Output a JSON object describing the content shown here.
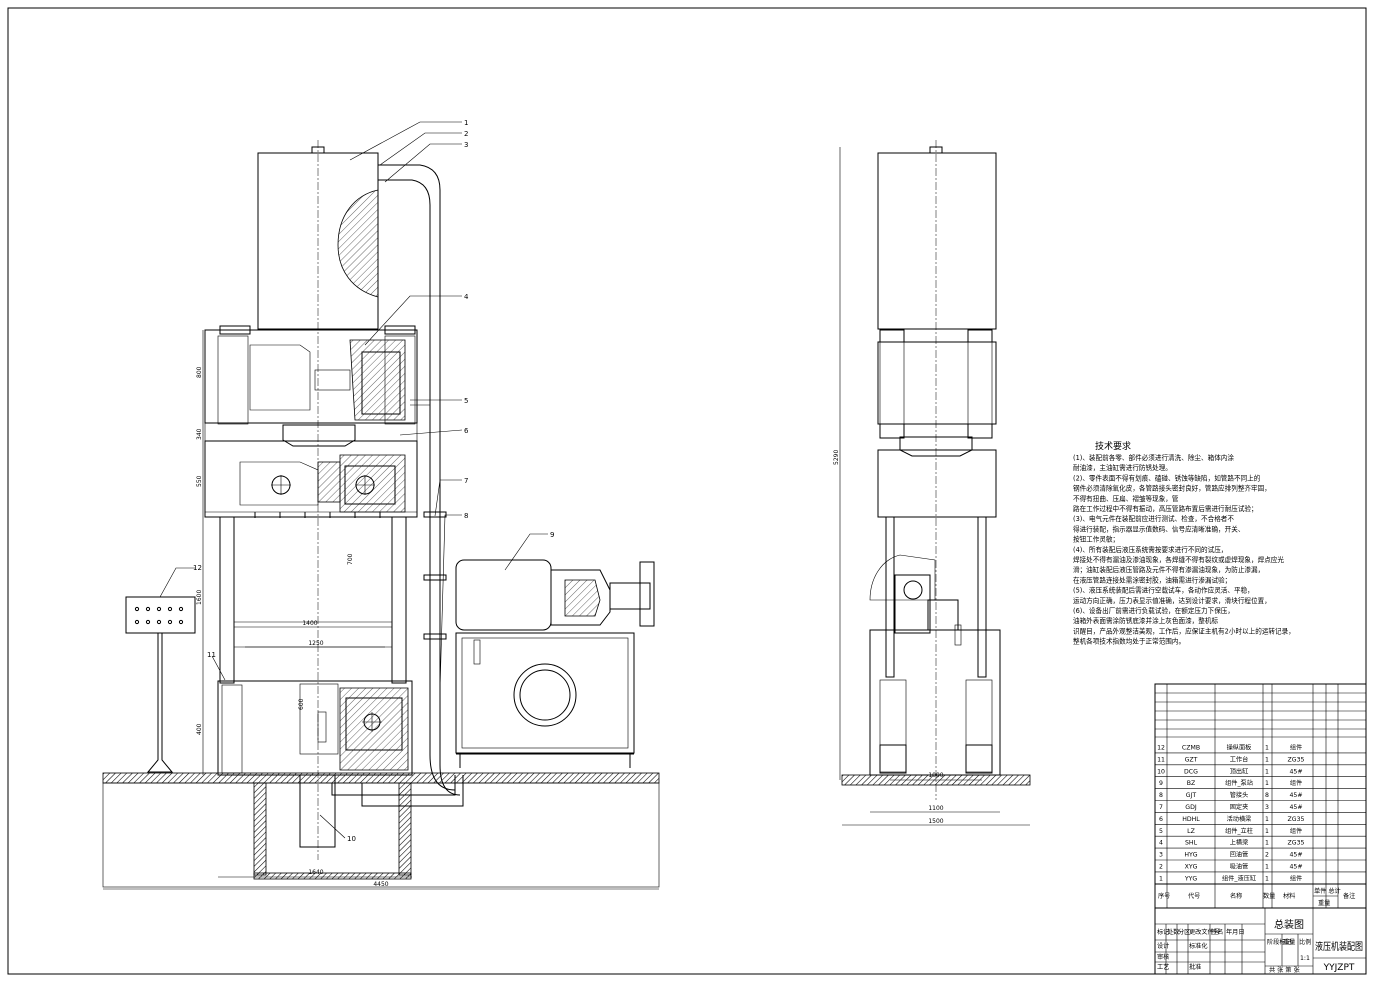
{
  "dimensions": {
    "front_v_800": "800",
    "front_v_340": "340",
    "front_v_550": "550",
    "front_v_1600": "1600",
    "front_v_600": "600",
    "front_v_700": "700",
    "front_v_400": "400",
    "front_h_1400": "1400",
    "front_h_1250": "1250",
    "front_h_1640": "1640",
    "front_h_4450": "4450",
    "side_v_5290": "5290",
    "side_h_1000": "1000",
    "side_h_1100": "1100",
    "side_h_1500": "1500"
  },
  "callouts": [
    "1",
    "2",
    "3",
    "4",
    "5",
    "6",
    "7",
    "8",
    "9",
    "10",
    "11",
    "12"
  ],
  "tech_requirements": {
    "title": "技术要求",
    "lines": [
      "(1)、装配前各零、部件必须进行清洗、除尘、箱体内涂",
      "耐油漆，主油缸需进行防锈处理。",
      "(2)、零件表面不得有划痕、磕碰、锈蚀等缺陷，如管路不同上的",
      "钢件必须清除氧化皮，各管路接头密封良好，管路应排列整齐牢固，",
      "不得有扭曲、压扁、褶皱等现象，管",
      "路在工作过程中不得有振动，高压管路布置后需进行耐压试验；",
      "(3)、电气元件在装配前应进行测试、检查，不合格者不",
      "得进行装配，指示器显示值数码、信号应清晰准确，开关、",
      "按钮工作灵敏；",
      "(4)、所有装配后液压系统需按要求进行不同的试压，",
      "焊接处不得有漏油及渗油现象，各焊缝不得有裂纹或虚焊现象，焊点应光",
      "滑；油缸装配后液压管路及元件不得有渗漏油现象，为防止渗漏，",
      "在液压管路连接处需涂密封胶，油箱需进行渗漏试验；",
      "(5)、液压系统装配后需进行空载试车，各动作应灵活、平稳，",
      "运动方向正确，压力表显示值准确，达到设计要求，滑块行程位置，",
      "(6)、设备出厂前需进行负载试验，在额定压力下保压，",
      "油箱外表面需涂防锈底漆并涂上灰色面漆，整机标",
      "识醒目，产品外观整洁美观，工作后，应保证主机有2小时以上的运转记录，",
      "整机各项技术指数均处于正常范围内。"
    ]
  },
  "bom_rows": [
    {
      "no": "12",
      "code": "CZMB",
      "name": "操纵面板",
      "qty": "1",
      "material": "组件"
    },
    {
      "no": "11",
      "code": "GZT",
      "name": "工作台",
      "qty": "1",
      "material": "ZG35"
    },
    {
      "no": "10",
      "code": "DCG",
      "name": "顶出缸",
      "qty": "1",
      "material": "45#"
    },
    {
      "no": "9",
      "code": "BZ",
      "name": "组件_泵站",
      "qty": "1",
      "material": "组件"
    },
    {
      "no": "8",
      "code": "GJT",
      "name": "管接头",
      "qty": "8",
      "material": "45#"
    },
    {
      "no": "7",
      "code": "GDJ",
      "name": "固定夹",
      "qty": "3",
      "material": "45#"
    },
    {
      "no": "6",
      "code": "HDHL",
      "name": "活动横梁",
      "qty": "1",
      "material": "ZG35"
    },
    {
      "no": "5",
      "code": "LZ",
      "name": "组件_立柱",
      "qty": "1",
      "material": "组件"
    },
    {
      "no": "4",
      "code": "SHL",
      "name": "上横梁",
      "qty": "1",
      "material": "ZG35"
    },
    {
      "no": "3",
      "code": "HYG",
      "name": "回油管",
      "qty": "2",
      "material": "45#"
    },
    {
      "no": "2",
      "code": "XYG",
      "name": "吸油管",
      "qty": "1",
      "material": "45#"
    },
    {
      "no": "1",
      "code": "YYG",
      "name": "组件_液压缸",
      "qty": "1",
      "material": "组件"
    }
  ],
  "bom_header": {
    "seq": "序号",
    "code": "代号",
    "name": "名称",
    "qty": "数量",
    "material": "材料",
    "weight": "单件 总计",
    "weight_sub": "重量",
    "remark": "备注"
  },
  "title_block": {
    "assembly": "总装图",
    "drawing_title": "液压机装配图",
    "drawing_no": "YYJZPT",
    "scale_label": "比例",
    "scale_value": "1:1",
    "mark_label": "标记",
    "count_label": "处数",
    "zone_label": "分区",
    "change_label": "更改文件号",
    "sign_label": "签名",
    "date_label": "年月日",
    "design_label": "设计",
    "review_label": "审核",
    "process_label": "工艺",
    "std_label": "标准化",
    "approve_label": "批准",
    "stage_label": "阶段标记",
    "weight_label": "重量",
    "sheet_label": "共 张 第 张"
  }
}
